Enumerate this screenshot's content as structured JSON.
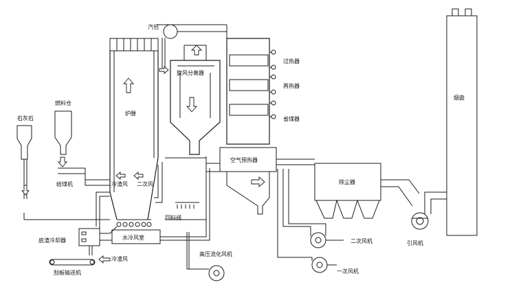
{
  "labels": {
    "drum": "汽包",
    "limestone": "石灰石",
    "fuel_bin": "燃料仓",
    "furnace": "炉膛",
    "cyclone": "旋风分离器",
    "superheater": "过热器",
    "reheater": "再热器",
    "economizer": "省煤器",
    "chimney": "烟囱",
    "air_preheater": "空气预热器",
    "dust_collector": "除尘器",
    "coal_feeder": "给煤机",
    "cooling_air": "冷渣风",
    "secondary_air_port": "二次风",
    "loop_seal": "回料阀",
    "water_cooled_plenum": "水冷风室",
    "bottom_ash_cooler": "底渣冷却器",
    "cooling_air_2": "冷渣风",
    "scraper_conveyor": "刮板输送机",
    "hp_fluidizing_fan": "高压流化风机",
    "secondary_fan": "二次风机",
    "primary_fan": "一次风机",
    "induced_fan": "引风机"
  }
}
